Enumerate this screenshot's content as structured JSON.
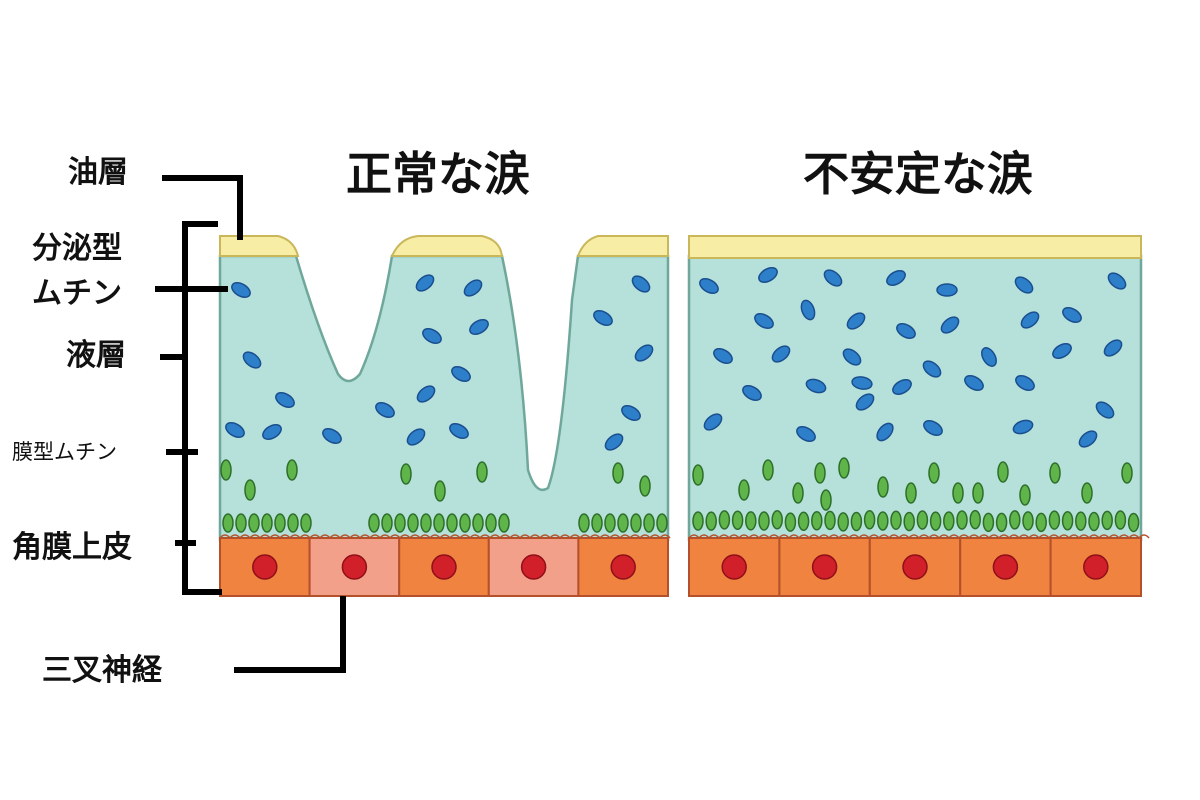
{
  "titles": {
    "normal": "正常な涙",
    "unstable": "不安定な涙"
  },
  "labels": {
    "oil_layer": "油層",
    "secreted_mucin_line1": "分泌型",
    "secreted_mucin_line2": "ムチン",
    "aqueous_layer": "液層",
    "membrane_mucin": "膜型ムチン",
    "corneal_epithelium": "角膜上皮",
    "trigeminal_nerve": "三叉神経"
  },
  "colors": {
    "oil": "#f7eda4",
    "oil_border": "#c9b75a",
    "aqueous": "#b6e0da",
    "aqueous_border": "#6fa89a",
    "secreted_mucin": "#2e7fc9",
    "secreted_mucin_border": "#1a4f8f",
    "membrane_mucin": "#5fb54a",
    "membrane_mucin_border": "#2d6e2a",
    "cell": "#f08340",
    "cell_highlight": "#f3a08a",
    "cell_border": "#b5512a",
    "nucleus": "#d1202a",
    "nucleus_border": "#8f1018",
    "leader": "#000000"
  },
  "panels": {
    "normal": {
      "cells": [
        {
          "highlighted": false
        },
        {
          "highlighted": true
        },
        {
          "highlighted": false
        },
        {
          "highlighted": true
        },
        {
          "highlighted": false
        }
      ]
    },
    "unstable": {
      "cells": [
        {
          "highlighted": false
        },
        {
          "highlighted": false
        },
        {
          "highlighted": false
        },
        {
          "highlighted": false
        },
        {
          "highlighted": false
        }
      ]
    }
  }
}
